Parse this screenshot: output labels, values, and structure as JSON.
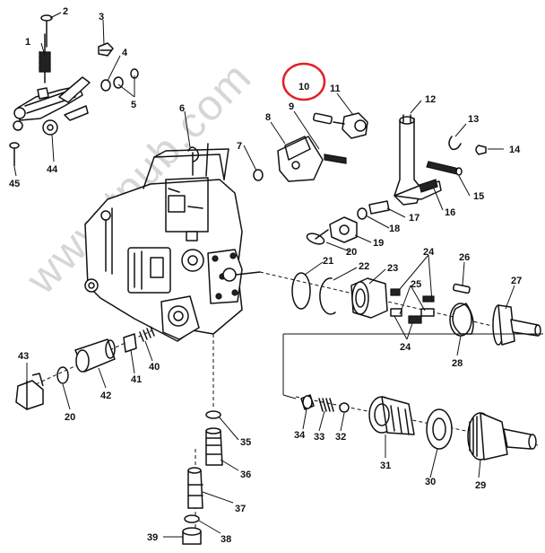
{
  "watermark": "www.tpub.com",
  "highlight_color": "#e0202a",
  "highlighted_callout": "10",
  "callouts": [
    "1",
    "2",
    "3",
    "4",
    "5",
    "6",
    "7",
    "8",
    "9",
    "10",
    "11",
    "12",
    "13",
    "14",
    "15",
    "16",
    "17",
    "18",
    "19",
    "20",
    "21",
    "22",
    "23",
    "24",
    "25",
    "26",
    "27",
    "28",
    "29",
    "30",
    "31",
    "32",
    "33",
    "34",
    "35",
    "36",
    "37",
    "38",
    "39",
    "40",
    "41",
    "42",
    "43",
    "44",
    "45"
  ]
}
